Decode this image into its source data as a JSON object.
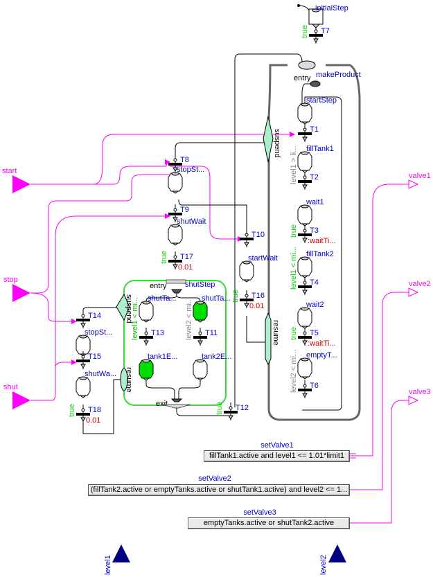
{
  "inputs": [
    {
      "name": "start",
      "color": "#ff00ff"
    },
    {
      "name": "stop",
      "color": "#ff00ff"
    },
    {
      "name": "shut",
      "color": "#ff00ff"
    }
  ],
  "outputs": [
    {
      "name": "valve1"
    },
    {
      "name": "valve2"
    },
    {
      "name": "valve3"
    }
  ],
  "level_inputs": [
    {
      "name": "level1",
      "color": "#000080"
    },
    {
      "name": "level2",
      "color": "#000080"
    }
  ],
  "initial_step": {
    "name": "initialStep"
  },
  "macro_steps": {
    "make_product": {
      "name": "makeProduct",
      "entry_label": "entry"
    },
    "shut_step": {
      "name": "shutStep",
      "entry_label": "entry",
      "exit_label": "exit"
    }
  },
  "suspend_label": "suspend",
  "resume_label": "resume",
  "steps": {
    "startStep": "startStep",
    "fillTank1": "fillTank1",
    "wait1": "wait1",
    "fillTank2": "fillTank2",
    "wait2": "wait2",
    "emptyTanks": "emptyT...",
    "stopStep1": "stopSt...",
    "shutWait1": "shutWait",
    "startWait": "startWait",
    "shutTank1": "shutTa...",
    "shutTank2": "shutTa...",
    "tank1Empty": "tank1E...",
    "tank2Empty": "tank2E...",
    "stopStep2": "stopSt...",
    "shutWait2": "shutWa..."
  },
  "active_steps": [
    "shutTank2",
    "tank1Empty"
  ],
  "transitions": {
    "T1": {
      "name": "T1",
      "condition": ""
    },
    "T2": {
      "name": "T2",
      "condition": "level1 > li..."
    },
    "T3": {
      "name": "T3",
      "condition": "true",
      "wait": "waitTi..."
    },
    "T4": {
      "name": "T4",
      "condition": "level1 < mi..."
    },
    "T5": {
      "name": "T5",
      "condition": "true",
      "wait": "waitTi..."
    },
    "T6": {
      "name": "T6",
      "condition": "level2 < mi..."
    },
    "T7": {
      "name": "T7",
      "condition": "true"
    },
    "T8": {
      "name": "T8",
      "condition": ""
    },
    "T9": {
      "name": "T9",
      "condition": ""
    },
    "T10": {
      "name": "T10",
      "condition": ""
    },
    "T11": {
      "name": "T11",
      "condition": "level2 < mi..."
    },
    "T12": {
      "name": "T12",
      "condition": "true"
    },
    "T13": {
      "name": "T13",
      "condition": "level1 < mi..."
    },
    "T14": {
      "name": "T14",
      "condition": ""
    },
    "T15": {
      "name": "T15",
      "condition": ""
    },
    "T16": {
      "name": "T16",
      "condition": "true",
      "wait": "0.01"
    },
    "T17": {
      "name": "T17",
      "condition": "true",
      "wait": "0.01"
    },
    "T18": {
      "name": "T18",
      "condition": "true",
      "wait": "0.01"
    }
  },
  "equations": [
    {
      "title": "setValve1",
      "expr": "fillTank1.active and level1 <= 1.01*limit1"
    },
    {
      "title": "setValve2",
      "expr": "(fillTank2.active or emptyTanks.active or shutTank1.active) and level2 <= 1..."
    },
    {
      "title": "setValve3",
      "expr": "emptyTanks.active or shutTank2.active"
    }
  ],
  "colors": {
    "signal": "#ff00ff",
    "label": "#0000cc",
    "condition_true": "#00cc00",
    "condition_gray": "#888888",
    "wait_time": "#cc0000",
    "active_step": "#00dd00",
    "macro_border_gray": "#666666",
    "macro_border_green": "#33dd33",
    "suspend_fill": "#aaeecc",
    "level_input": "#000080"
  }
}
